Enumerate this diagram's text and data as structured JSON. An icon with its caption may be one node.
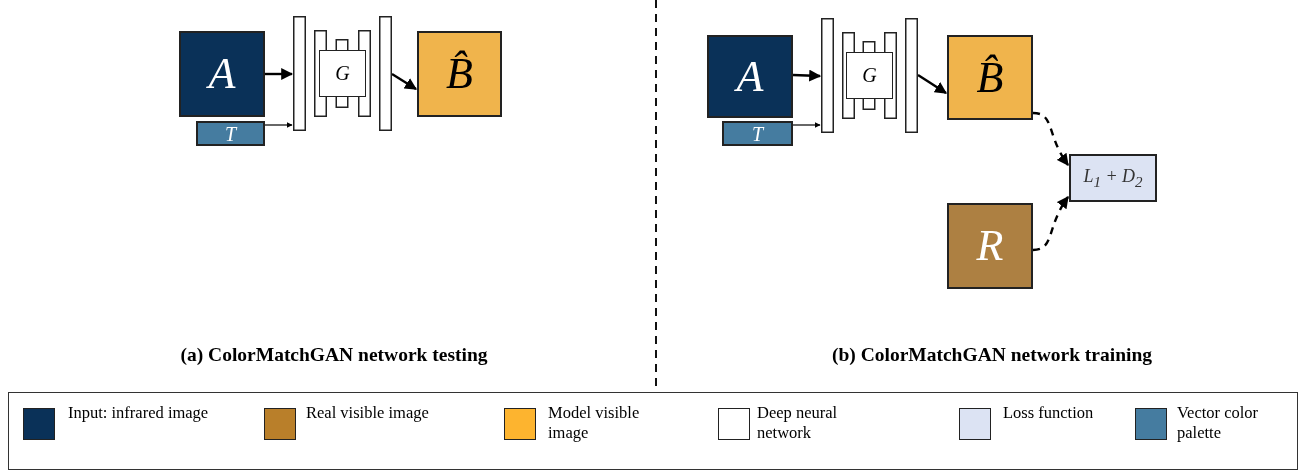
{
  "diagram": {
    "nodes": [
      {
        "text": [
          "A"
        ]
      },
      {
        "text": [
          "T"
        ]
      },
      {
        "text": [
          "G"
        ]
      },
      {
        "text": [
          "B̂"
        ]
      },
      {
        "text": [
          "A"
        ]
      },
      {
        "text": [
          "T"
        ]
      },
      {
        "text": [
          "G"
        ]
      },
      {
        "text": [
          "B̂"
        ]
      },
      {
        "text": [
          "L$_{1}$ + D$_{2}$"
        ]
      },
      {
        "text": [
          "R"
        ]
      }
    ],
    "edges": [
      {
        "from": 0,
        "to": 2,
        "arrow": "to"
      },
      {
        "from": 1,
        "to": 2,
        "arrow": "to"
      },
      {
        "from": 2,
        "to": 3,
        "arrow": "to"
      },
      {
        "from": 4,
        "to": 6,
        "arrow": "to"
      },
      {
        "from": 5,
        "to": 6,
        "arrow": "to"
      },
      {
        "from": 6,
        "to": 7,
        "arrow": "to"
      },
      {
        "from": 7,
        "to": 8,
        "arrow": "to",
        "style": "dashed"
      },
      {
        "from": 9,
        "to": 8,
        "arrow": "to",
        "style": "dashed"
      }
    ],
    "labels": [
      "(a) ColorMatchGAN network testing",
      "(b) ColorMatchGAN network training"
    ],
    "legend": [
      {
        "text": "Input: infrared image",
        "color": "#0a3158"
      },
      {
        "text": "Real visible image",
        "color": "#b97f2a"
      },
      {
        "text": "Model visible image",
        "color": "#fdb42f"
      },
      {
        "text": "Deep neural network",
        "color": "#ffffff"
      },
      {
        "text": "Loss function",
        "color": "#dce3f3"
      },
      {
        "text": "Vector color palette",
        "color": "#457ca0"
      }
    ]
  }
}
